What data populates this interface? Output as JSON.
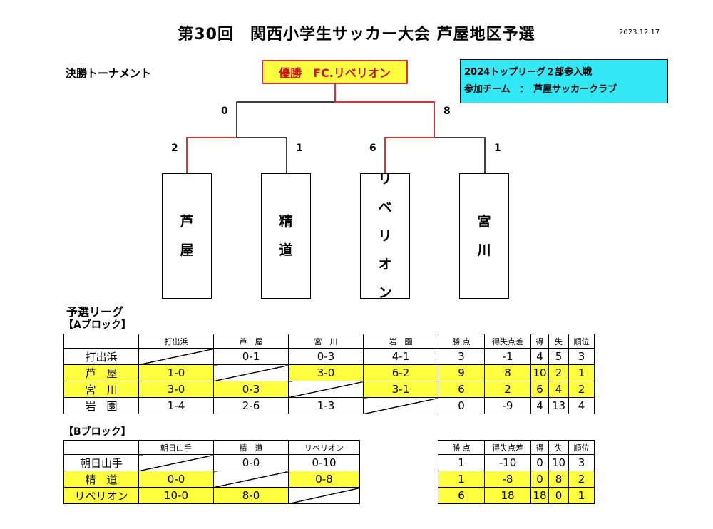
{
  "header": {
    "title": "第30回　関西小学生サッカー大会 芦屋地区予選",
    "date": "2023.12.17"
  },
  "final": {
    "label": "決勝トーナメント",
    "winner": "優勝　FC.リベリオン",
    "info_lines": [
      "2024トップリーグ２部参入戦",
      "参加チーム　：　芦屋サッカークラブ"
    ],
    "scores": {
      "final_left": "0",
      "final_right": "8",
      "semi1_left": "2",
      "semi1_right": "1",
      "semi2_left": "6",
      "semi2_right": "1"
    },
    "teams": [
      {
        "name": [
          "芦",
          "屋"
        ]
      },
      {
        "name": [
          "精",
          "道"
        ]
      },
      {
        "name": [
          "リ",
          "ベ",
          "リ",
          "オ",
          "ン"
        ]
      },
      {
        "name": [
          "宮",
          "川"
        ]
      }
    ],
    "colors": {
      "winner_path": "#e03030",
      "normal_path": "#000000",
      "winner_bg": "#ffff40",
      "info_bg": "#33e8f5"
    }
  },
  "prelim": {
    "label": "予選リーグ",
    "block_a": {
      "label": "【Aブロック】",
      "headers": [
        "",
        "打出浜",
        "芦　屋",
        "宮　川",
        "岩　園",
        "勝 点",
        "得失点差",
        "得",
        "失",
        "順位"
      ],
      "rows": [
        {
          "cells": [
            "打出浜",
            "",
            "0-1",
            "0-3",
            "4-1",
            "3",
            "-1",
            "4",
            "5",
            "3"
          ],
          "highlight": false
        },
        {
          "cells": [
            "芦　屋",
            "1-0",
            "",
            "3-0",
            "6-2",
            "9",
            "8",
            "10",
            "2",
            "1"
          ],
          "highlight": true
        },
        {
          "cells": [
            "宮　川",
            "3-0",
            "0-3",
            "",
            "3-1",
            "6",
            "2",
            "6",
            "4",
            "2"
          ],
          "highlight": true
        },
        {
          "cells": [
            "岩　園",
            "1-4",
            "2-6",
            "1-3",
            "",
            "0",
            "-9",
            "4",
            "13",
            "4"
          ],
          "highlight": false
        }
      ]
    },
    "block_b": {
      "label": "【Bブロック】",
      "headers": [
        "",
        "朝日山手",
        "精　道",
        "リベリオン"
      ],
      "stat_headers": [
        "勝 点",
        "得失点差",
        "得",
        "失",
        "順位"
      ],
      "rows": [
        {
          "cells": [
            "朝日山手",
            "",
            "0-0",
            "0-10"
          ],
          "stats": [
            "1",
            "-10",
            "0",
            "10",
            "3"
          ],
          "highlight": false
        },
        {
          "cells": [
            "精　道",
            "0-0",
            "",
            "0-8"
          ],
          "stats": [
            "1",
            "-8",
            "0",
            "8",
            "2"
          ],
          "highlight": true
        },
        {
          "cells": [
            "リベリオン",
            "10-0",
            "8-0",
            ""
          ],
          "stats": [
            "6",
            "18",
            "18",
            "0",
            "1"
          ],
          "highlight": true
        }
      ]
    }
  }
}
